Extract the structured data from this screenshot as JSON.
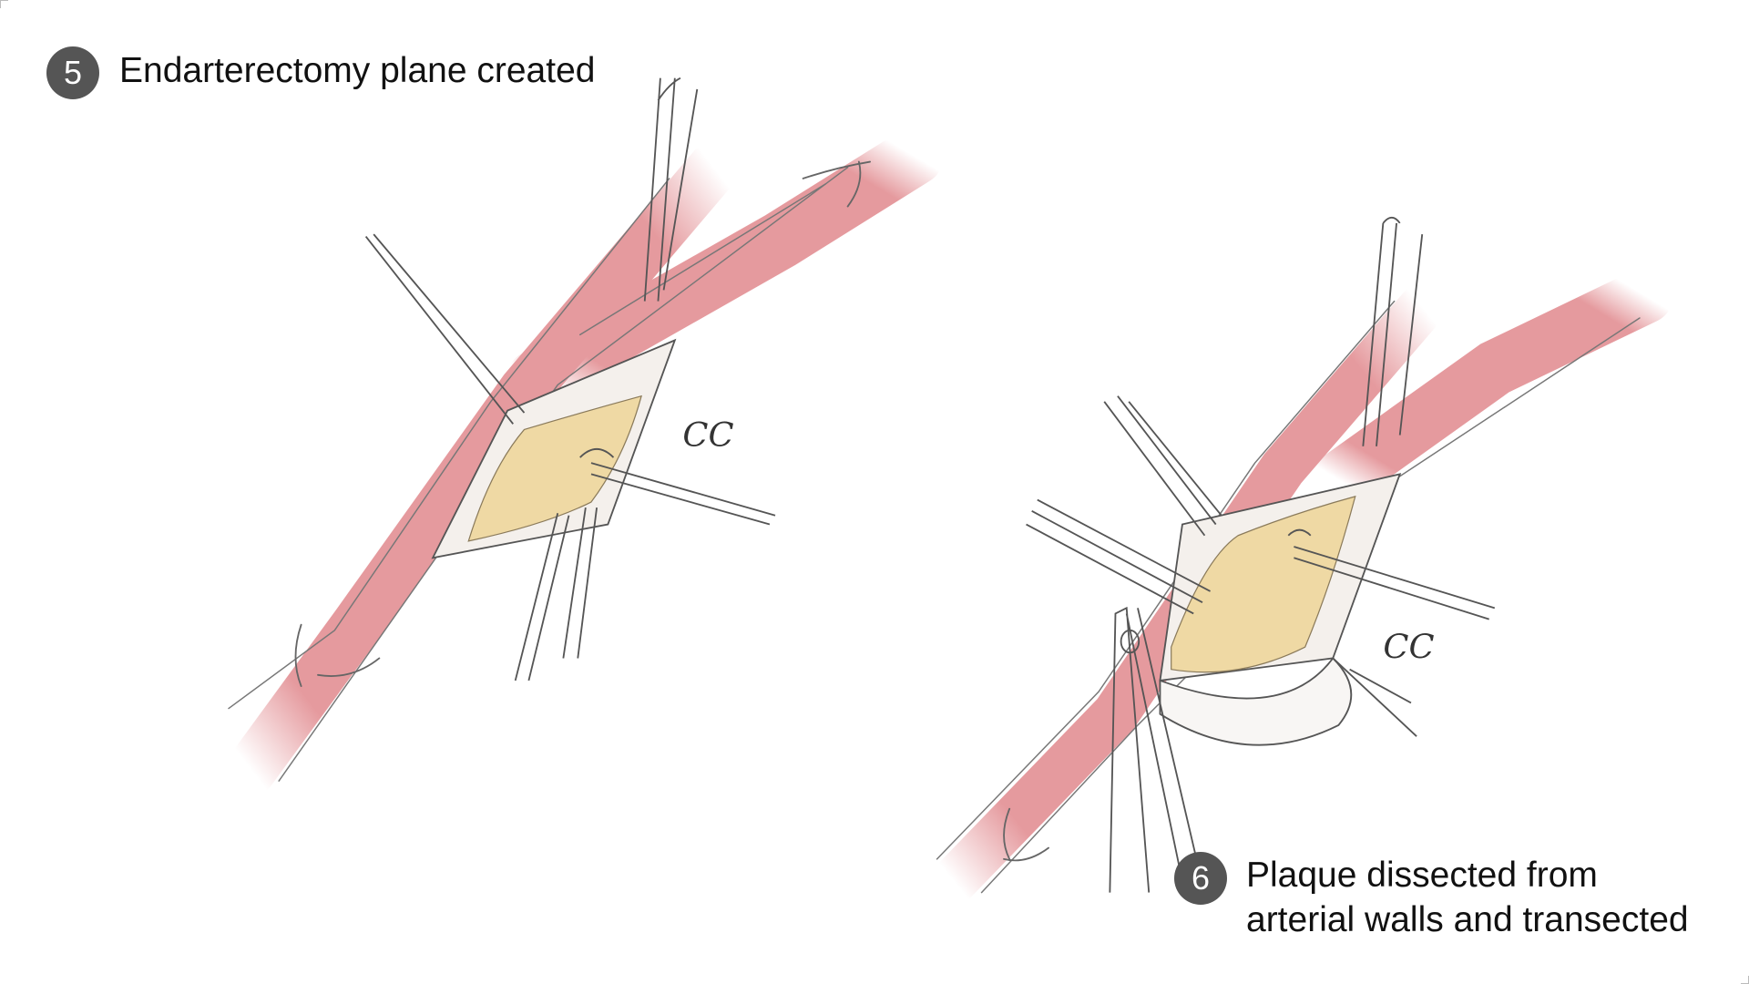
{
  "steps": [
    {
      "number": "5",
      "caption": "Endarterectomy plane created"
    },
    {
      "number": "6",
      "caption_line1": "Plaque dissected from",
      "caption_line2": "arterial walls and transected"
    }
  ],
  "signature": "CC",
  "colors": {
    "vessel": "#e59a9e",
    "vessel_dark": "#c97378",
    "plaque": "#efd9a4",
    "instrument": "#555555",
    "badge": "#555555"
  }
}
